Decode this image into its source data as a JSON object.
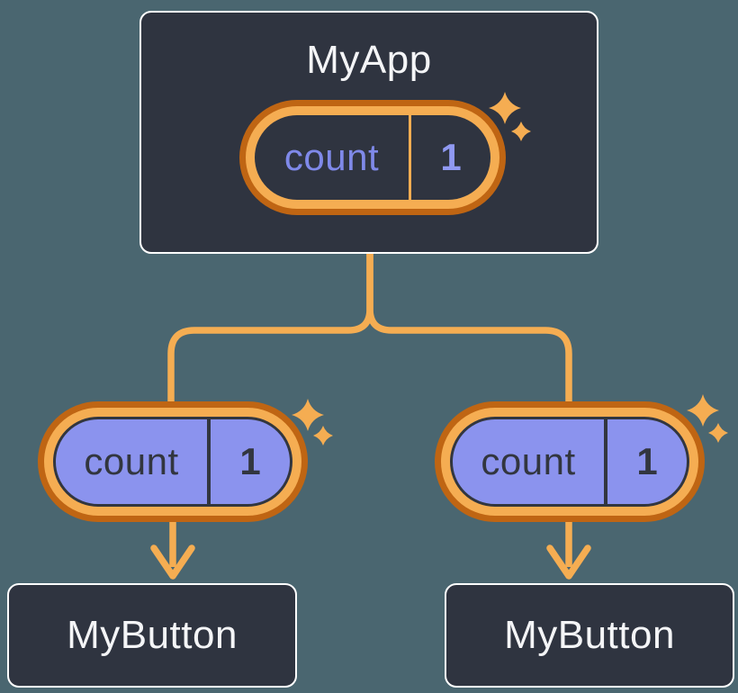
{
  "diagram": {
    "description": "React component tree sharing state: parent MyApp holds count state passed to two MyButton children",
    "root": {
      "title": "MyApp",
      "state": {
        "name": "count",
        "value": "1"
      }
    },
    "children": [
      {
        "title": "MyButton",
        "state": {
          "name": "count",
          "value": "1"
        }
      },
      {
        "title": "MyButton",
        "state": {
          "name": "count",
          "value": "1"
        }
      }
    ],
    "colors": {
      "background": "#4a6670",
      "node_fill": "#2f3440",
      "node_border": "#ffffff",
      "accent_orange": "#f5ad52",
      "accent_orange_dark": "#bf6513",
      "state_pill_fill": "#8b93ee",
      "state_text_on_dark": "#7f89e9",
      "state_text_on_light": "#32363f"
    }
  }
}
